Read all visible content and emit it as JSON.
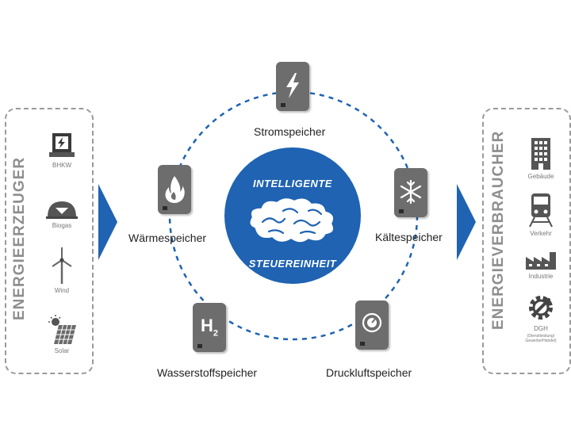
{
  "left_panel": {
    "title": "ENERGIEERZEUGER",
    "items": [
      {
        "label": "BHKW",
        "icon": "generator-icon"
      },
      {
        "label": "Biogas",
        "icon": "biogas-plant-icon"
      },
      {
        "label": "Wind",
        "icon": "wind-turbine-icon"
      },
      {
        "label": "Solar",
        "icon": "solar-panel-icon"
      }
    ]
  },
  "right_panel": {
    "title": "ENERGIEVERBRAUCHER",
    "items": [
      {
        "label": "Gebäude",
        "icon": "building-icon"
      },
      {
        "label": "Verkehr",
        "icon": "train-icon"
      },
      {
        "label": "Industrie",
        "icon": "factory-icon"
      },
      {
        "label": "DGH",
        "sublabel": "(Dienstleistung/ Gewerbe/Handel)",
        "icon": "gear-wrench-icon"
      }
    ]
  },
  "center": {
    "top_text": "INTELLIGENTE",
    "bottom_text": "STEUEREINHEIT",
    "icon": "brain-icon"
  },
  "storages": {
    "strom": {
      "label": "Stromspeicher",
      "icon": "lightning-icon"
    },
    "waerme": {
      "label": "Wärmespeicher",
      "icon": "flame-icon"
    },
    "kaelte": {
      "label": "Kältespeicher",
      "icon": "snowflake-icon"
    },
    "wasserstoff": {
      "label": "Wasserstoffspeicher",
      "icon_text": "H",
      "icon_sub": "2"
    },
    "druckluft": {
      "label": "Druckluftspeicher",
      "icon": "pressure-gauge-icon"
    }
  },
  "colors": {
    "accent": "#1f63b2",
    "storage": "#6d6d6d",
    "panel_text": "#8e8e8e"
  }
}
